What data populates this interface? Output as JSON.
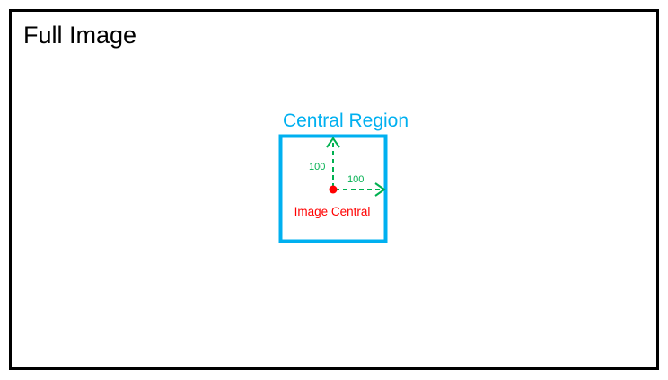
{
  "full_image": {
    "label": "Full Image",
    "border_color": "#000000"
  },
  "central_region": {
    "label": "Central Region",
    "color": "#00B0F0"
  },
  "center_point": {
    "label": "Image Central",
    "color": "#FF0000"
  },
  "offset_arrows": {
    "color": "#00B050",
    "vertical_label": "100",
    "horizontal_label": "100"
  }
}
